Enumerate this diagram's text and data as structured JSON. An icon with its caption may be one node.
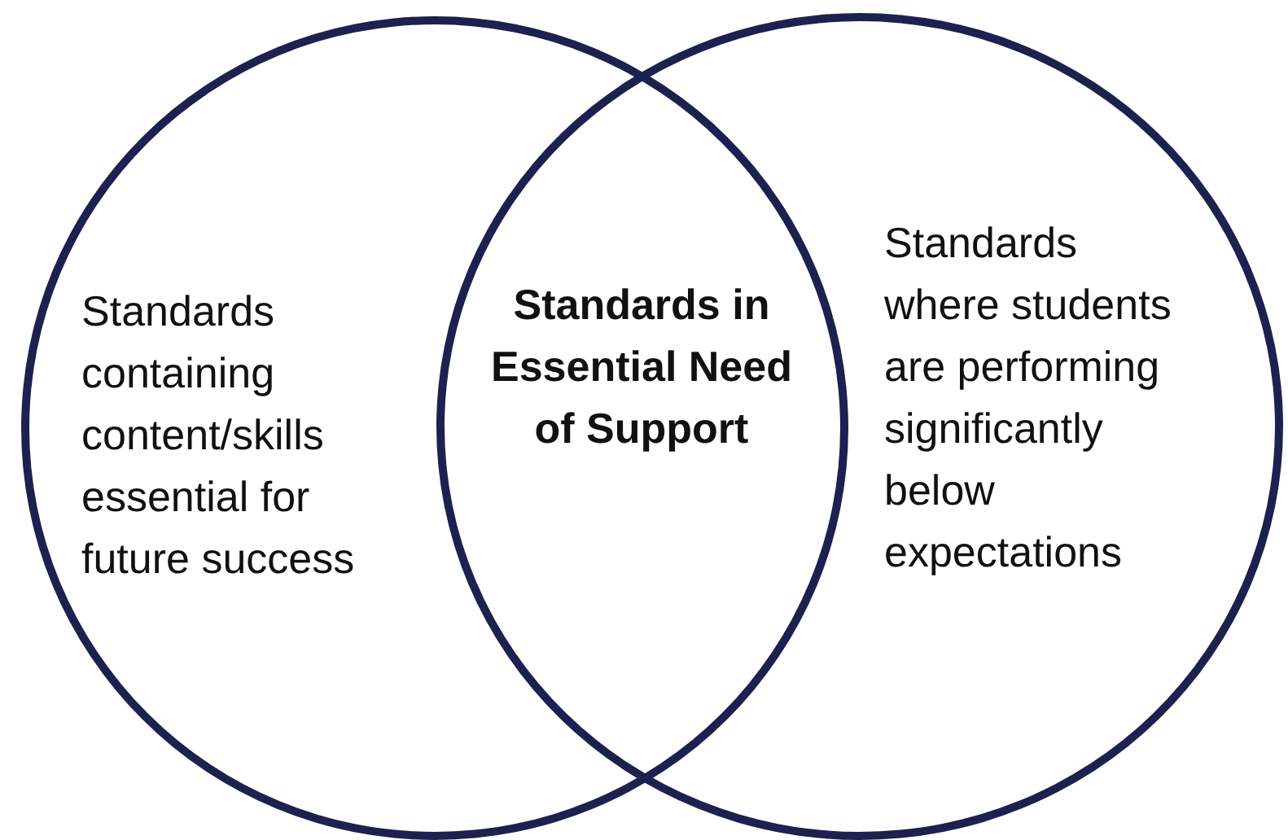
{
  "diagram": {
    "nodes": [
      {
        "text": [
          "Standards containing content/skills essential for future success"
        ]
      },
      {
        "text": [
          "Standards in Essential Need of Support"
        ]
      },
      {
        "text": [
          "Standards where students are performing significantly below expectations"
        ]
      }
    ]
  }
}
